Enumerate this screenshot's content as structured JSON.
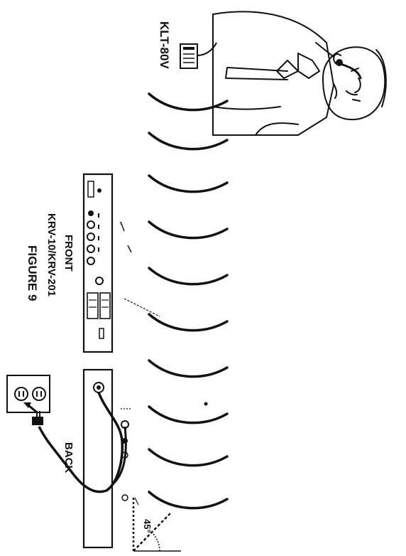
{
  "labels": {
    "transmitter_model": "KLT-80V",
    "front_label": "FRONT",
    "receiver_model": "KRV-10/KRV-201",
    "figure_label": "FIGURE 9",
    "back_label": "BACK",
    "angle": "45°"
  },
  "colors": {
    "ink": "#111111",
    "paper": "#ffffff"
  }
}
